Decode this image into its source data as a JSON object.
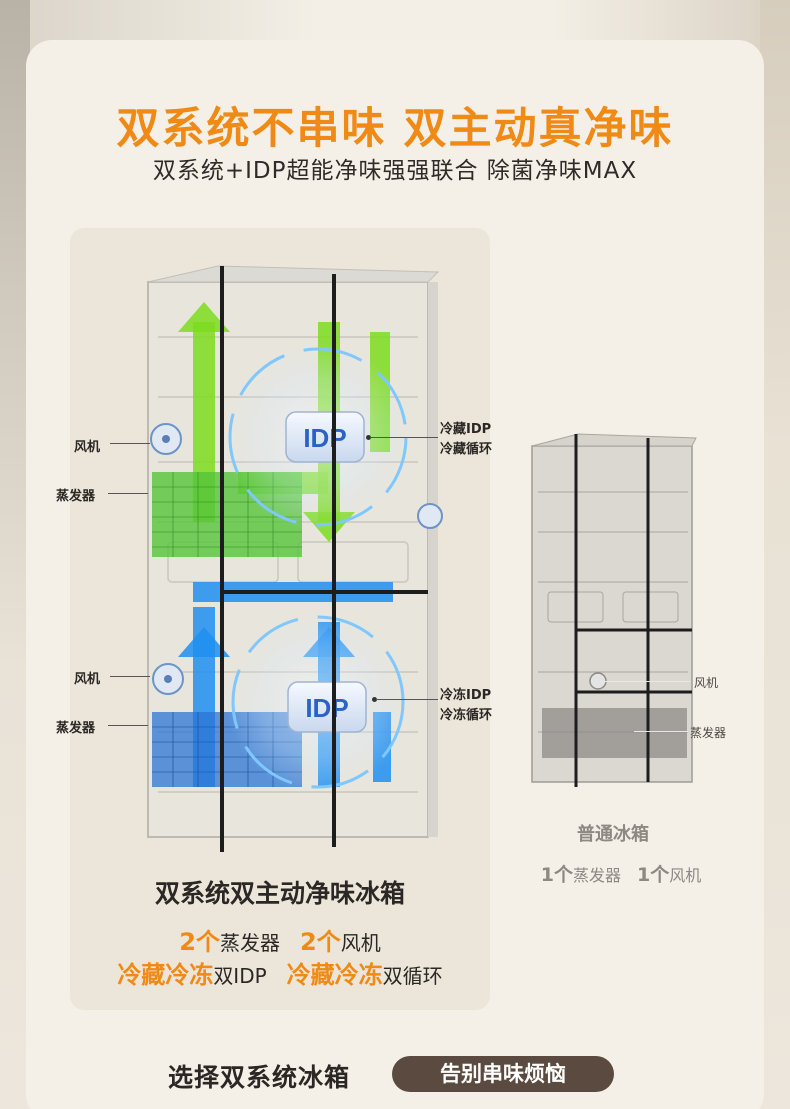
{
  "header": {
    "title": "双系统不串味 双主动真净味",
    "subtitle": "双系统+IDP超能净味强强联合 除菌净味MAX"
  },
  "left_fridge": {
    "badge_text": "IDP",
    "callouts": {
      "fan_top": "风机",
      "evap_top": "蒸发器",
      "fan_bottom": "风机",
      "evap_bottom": "蒸发器",
      "fridge_idp_1": "冷藏IDP",
      "fridge_idp_2": "冷藏循环",
      "freeze_idp_1": "冷冻IDP",
      "freeze_idp_2": "冷冻循环"
    },
    "heading": "双系统双主动净味冰箱",
    "feature_row1": {
      "a_hl": "2个",
      "a_txt": "蒸发器",
      "b_hl": "2个",
      "b_txt": "风机"
    },
    "feature_row2": {
      "a_hl": "冷藏冷冻",
      "a_txt": "双IDP",
      "b_hl": "冷藏冷冻",
      "b_txt": "双循环"
    }
  },
  "right_fridge": {
    "callouts": {
      "fan": "风机",
      "evap": "蒸发器"
    },
    "heading": "普通冰箱",
    "feature": {
      "a_hl": "1个",
      "a_txt": "蒸发器",
      "b_hl": "1个",
      "b_txt": "风机"
    }
  },
  "footer": {
    "text": "选择双系统冰箱",
    "pill": "告别串味烦恼"
  },
  "colors": {
    "accent": "#f08a16",
    "dark": "#2a2724",
    "pill": "#5b4a3f",
    "green_airflow": "#7ddc1f",
    "blue_airflow": "#1e8ff0"
  }
}
